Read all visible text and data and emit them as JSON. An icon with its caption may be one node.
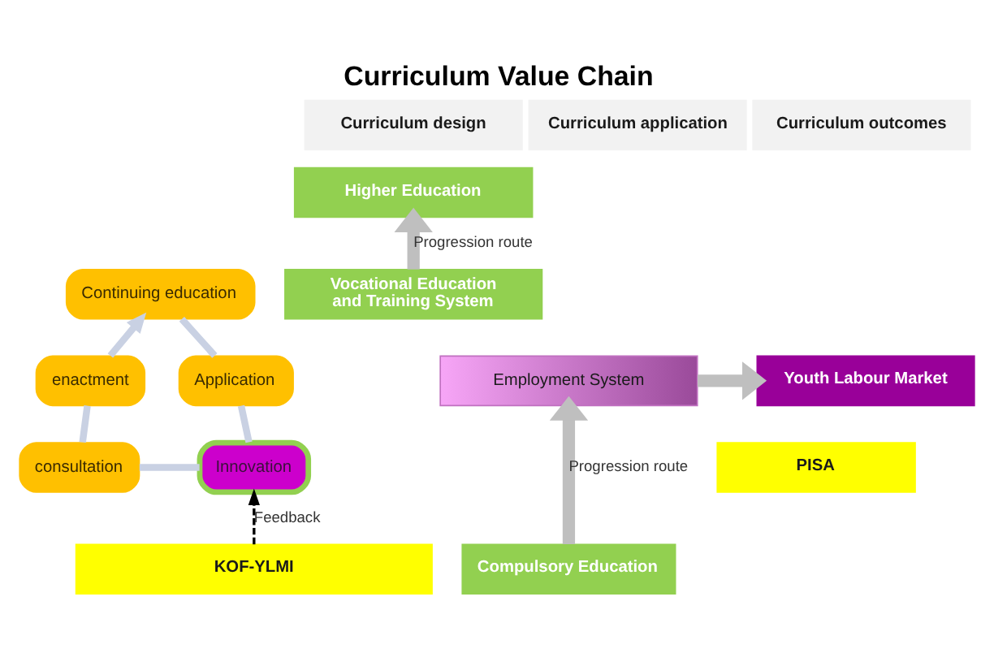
{
  "diagram": {
    "title": "Curriculum Value Chain",
    "nodes": [
      {
        "text": [
          "Curriculum design"
        ]
      },
      {
        "text": [
          "Curriculum application"
        ]
      },
      {
        "text": [
          "Curriculum outcomes"
        ]
      },
      {
        "text": [
          "Higher Education"
        ]
      },
      {
        "text": [
          "Continuing education"
        ]
      },
      {
        "text": [
          "enactment"
        ]
      },
      {
        "text": [
          "Application"
        ]
      },
      {
        "text": [
          "Vocational Education and Training System"
        ]
      },
      {
        "text": [
          "Employment System"
        ]
      },
      {
        "text": [
          "Youth Labour Market"
        ]
      },
      {
        "text": [
          "consultation"
        ]
      },
      {
        "text": [
          "Innovation"
        ]
      },
      {
        "text": [
          "KOF-YLMI"
        ]
      },
      {
        "text": [
          "PISA"
        ]
      },
      {
        "text": [
          "Compulsory Education"
        ]
      }
    ],
    "edges": [
      {
        "from": 5,
        "to": 4,
        "arrow": "to"
      },
      {
        "from": 6,
        "to": 4,
        "arrow": "none"
      },
      {
        "from": 11,
        "to": 6,
        "arrow": "none"
      },
      {
        "from": 10,
        "to": 11,
        "arrow": "none"
      },
      {
        "from": 10,
        "to": 5,
        "arrow": "none"
      },
      {
        "from": 7,
        "to": 3,
        "arrow": "to",
        "label": "Progression route",
        "style": "thick",
        "color": "#bfbfbf"
      },
      {
        "from": 8,
        "to": 9,
        "arrow": "to",
        "style": "thick",
        "color": "#bfbfbf"
      },
      {
        "from": 14,
        "to": 8,
        "arrow": "to",
        "label": "Progression route",
        "style": "thick",
        "color": "#bfbfbf"
      },
      {
        "from": 12,
        "to": 11,
        "arrow": "to",
        "label": "Feedback",
        "style": "dashed",
        "color": "#000000"
      }
    ]
  }
}
